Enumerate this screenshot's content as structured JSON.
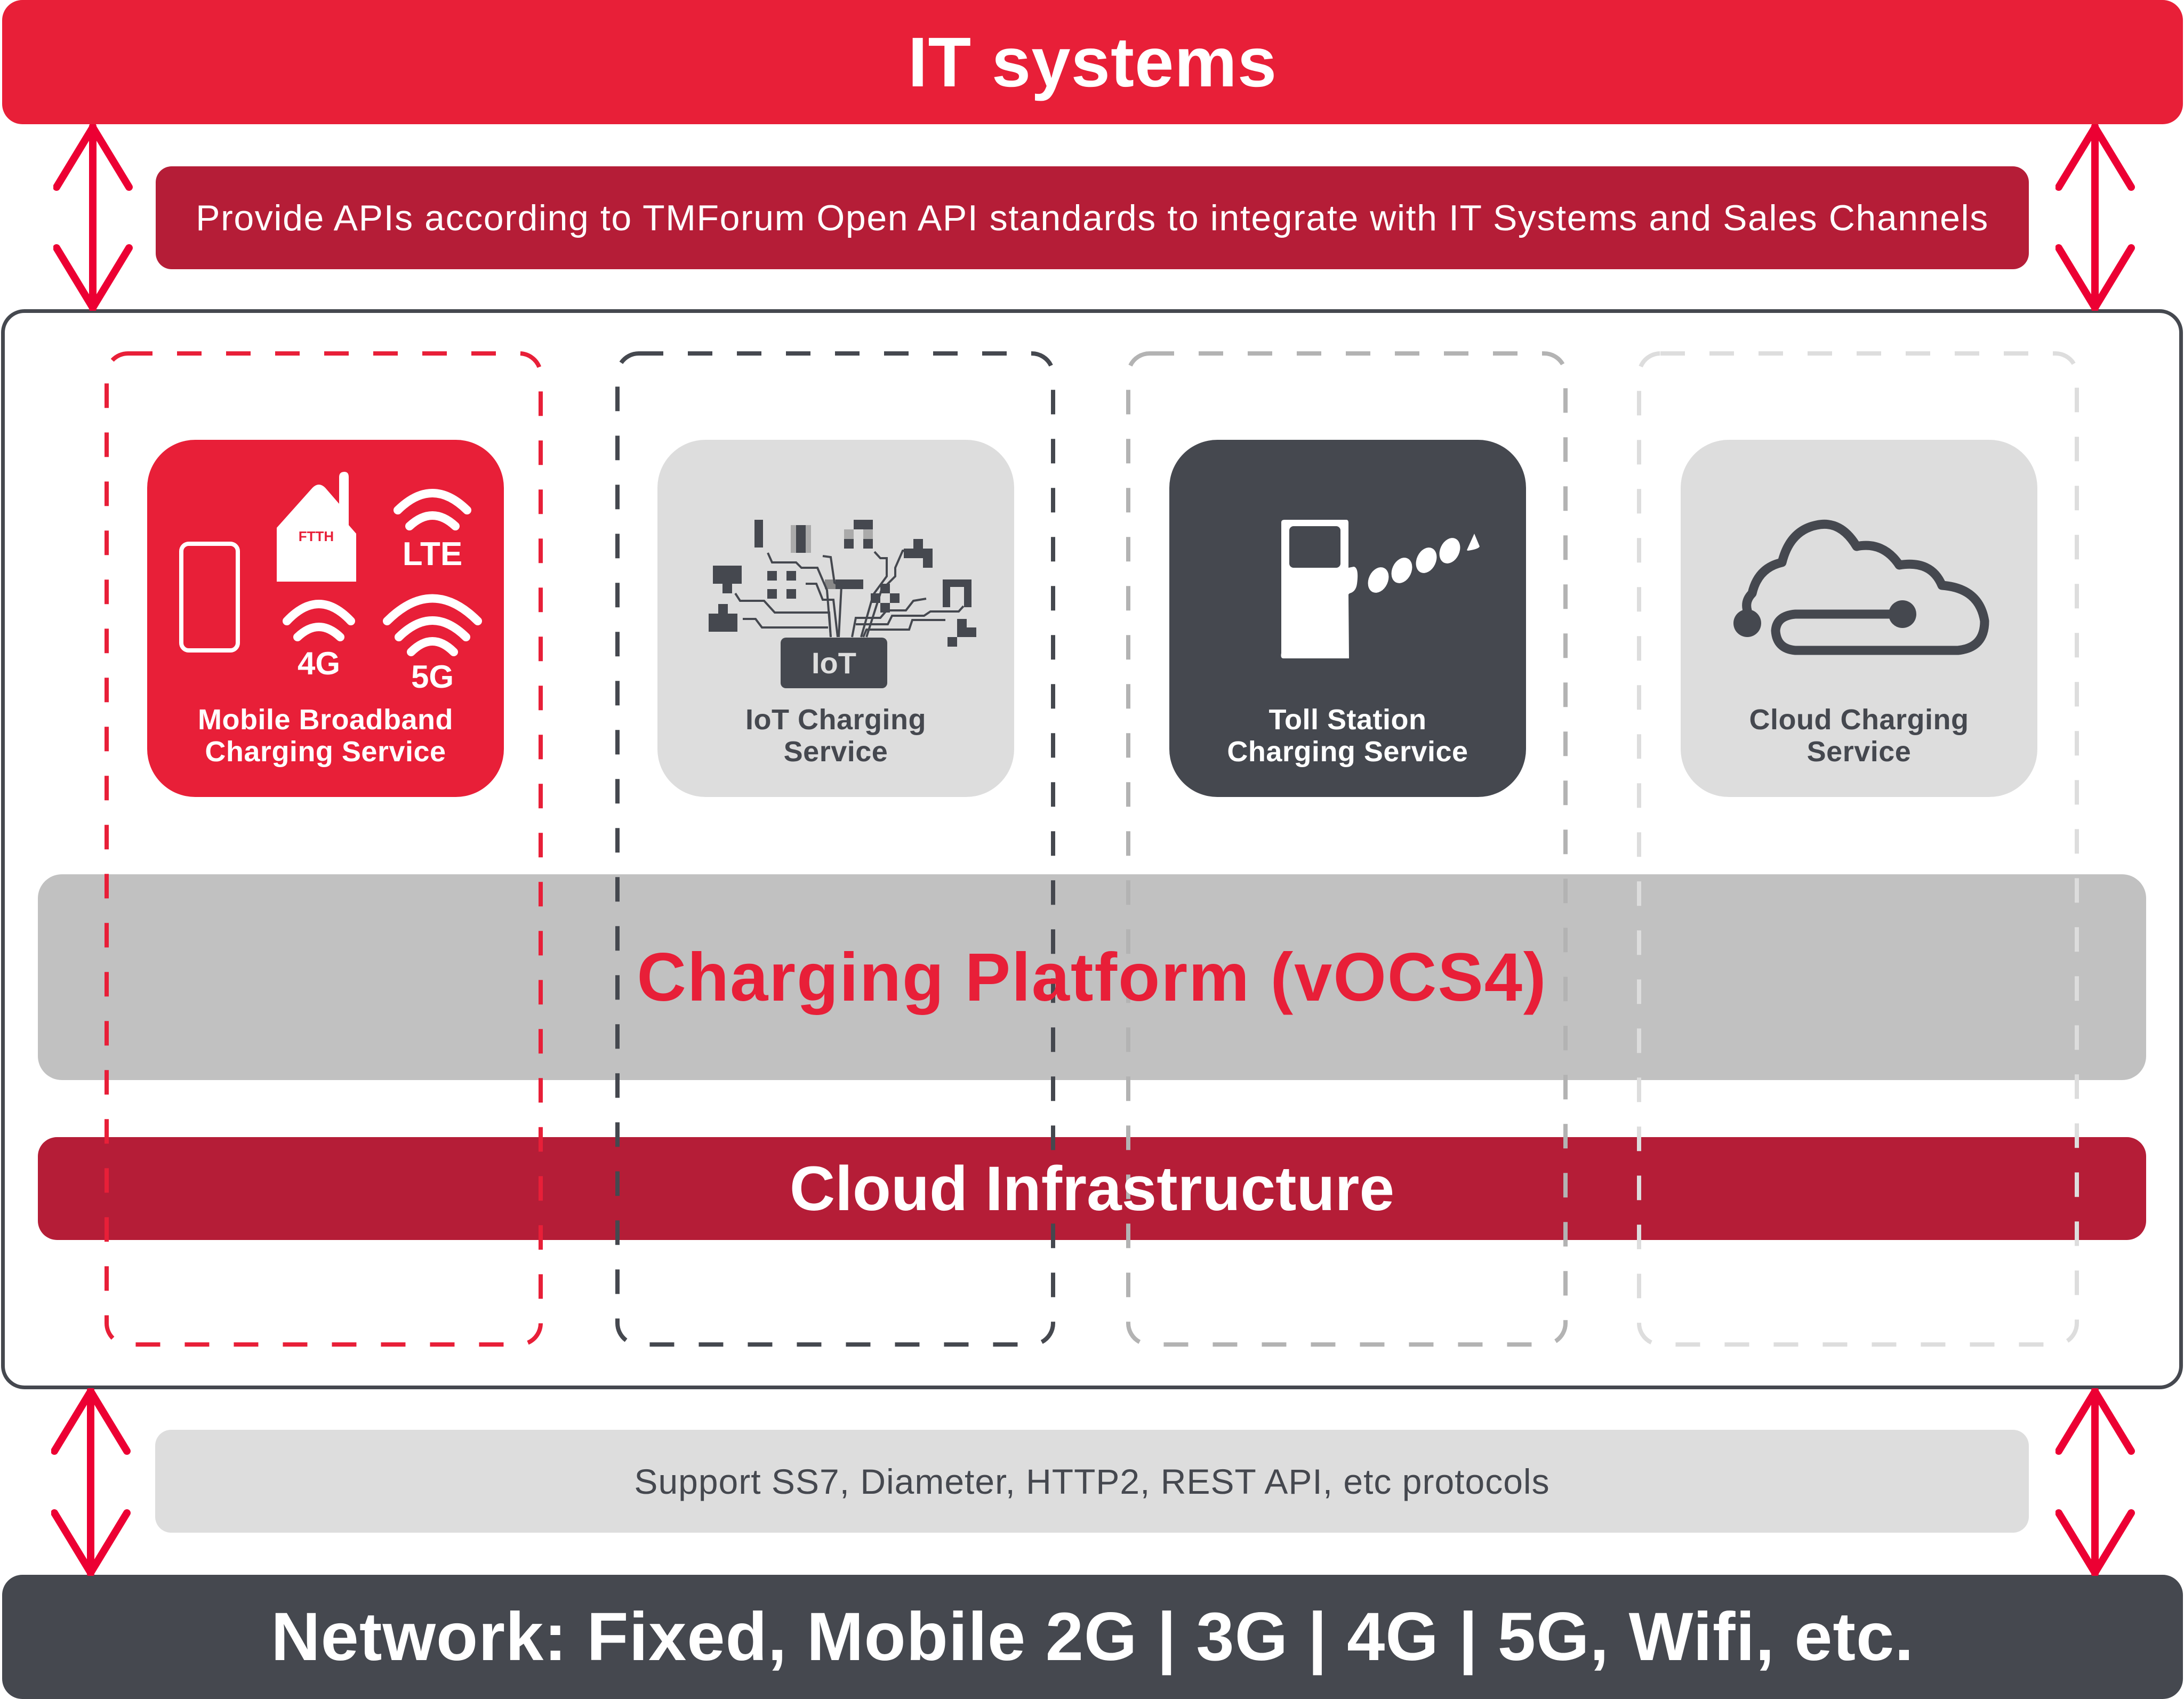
{
  "top": {
    "title": "IT systems",
    "api_note": "Provide APIs according to TMForum Open API standards to integrate with IT Systems and Sales Channels"
  },
  "services": [
    {
      "id": "mbb",
      "label": "Mobile Broadband\nCharging Service",
      "icon": "mobile-broadband-icon",
      "icon_texts": {
        "house": "FTTH",
        "lte": "LTE",
        "g4": "4G",
        "g5": "5G"
      },
      "tile_color": "#e81f38",
      "column_border_color": "#e81f38"
    },
    {
      "id": "iot",
      "label": "IoT Charging\nService",
      "icon": "iot-chip-icon",
      "icon_texts": {
        "chip": "IoT"
      },
      "tile_color": "#dddddd",
      "column_border_color": "#45484f"
    },
    {
      "id": "toll",
      "label": "Toll Station\nCharging Service",
      "icon": "toll-barrier-icon",
      "tile_color": "#45484f",
      "column_border_color": "#b3b3b3"
    },
    {
      "id": "cloud",
      "label": "Cloud Charging\nService",
      "icon": "cloud-icon",
      "tile_color": "#dddddd",
      "column_border_color": "#dddddd"
    }
  ],
  "platform": {
    "title": "Charging Platform (vOCS4)",
    "infrastructure": "Cloud Infrastructure"
  },
  "bottom": {
    "protocols": "Support SS7, Diameter, HTTP2, REST API, etc protocols",
    "network": "Network: Fixed, Mobile 2G | 3G | 4G | 5G, Wifi, etc."
  },
  "colors": {
    "brand_red": "#e81f38",
    "dark_red": "#b51d37",
    "arrow_red": "#ec0033",
    "dark_gray": "#45484f",
    "platform_gray": "#c1c1c1",
    "light_gray": "#dddddd"
  }
}
